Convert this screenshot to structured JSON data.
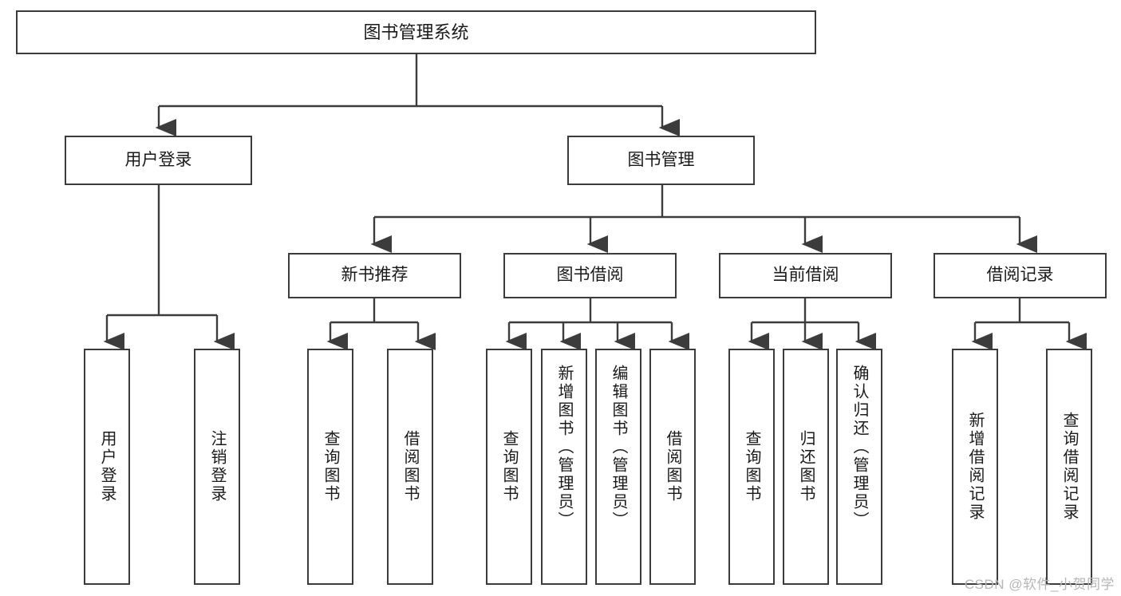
{
  "diagram": {
    "title": "图书管理系统",
    "type": "功能结构图",
    "line_color": "#3c3c3c",
    "box_fill": "#ffffff",
    "text_color": "#1a1a1a"
  },
  "nodes": {
    "root": {
      "label": "图书管理系统"
    },
    "tier2": [
      {
        "id": "user-login",
        "label": "用户登录"
      },
      {
        "id": "book-management",
        "label": "图书管理"
      }
    ],
    "tier3": [
      {
        "id": "new-book-recommend",
        "label": "新书推荐"
      },
      {
        "id": "book-borrow",
        "label": "图书借阅"
      },
      {
        "id": "current-borrow",
        "label": "当前借阅"
      },
      {
        "id": "borrow-record",
        "label": "借阅记录"
      }
    ],
    "leaves": {
      "user_login": [
        {
          "id": "leaf-user-login",
          "label": "用户登录"
        },
        {
          "id": "leaf-logout-login",
          "label": "注销登录"
        }
      ],
      "new_book_recommend": [
        {
          "id": "leaf-query-book-1",
          "label": "查询图书"
        },
        {
          "id": "leaf-borrow-book-1",
          "label": "借阅图书"
        }
      ],
      "book_borrow": [
        {
          "id": "leaf-query-book-2",
          "label": "查询图书"
        },
        {
          "id": "leaf-add-book",
          "label": "新增图书（管理员）"
        },
        {
          "id": "leaf-edit-book",
          "label": "编辑图书（管理员）"
        },
        {
          "id": "leaf-borrow-book-2",
          "label": "借阅图书"
        }
      ],
      "current_borrow": [
        {
          "id": "leaf-query-book-3",
          "label": "查询图书"
        },
        {
          "id": "leaf-return-book",
          "label": "归还图书"
        },
        {
          "id": "leaf-confirm-return",
          "label": "确认归还（管理员）"
        }
      ],
      "borrow_record": [
        {
          "id": "leaf-add-record",
          "label": "新增借阅记录"
        },
        {
          "id": "leaf-query-record",
          "label": "查询借阅记录"
        }
      ]
    }
  },
  "watermark": {
    "text": "CSDN @软件_小贺同学"
  }
}
